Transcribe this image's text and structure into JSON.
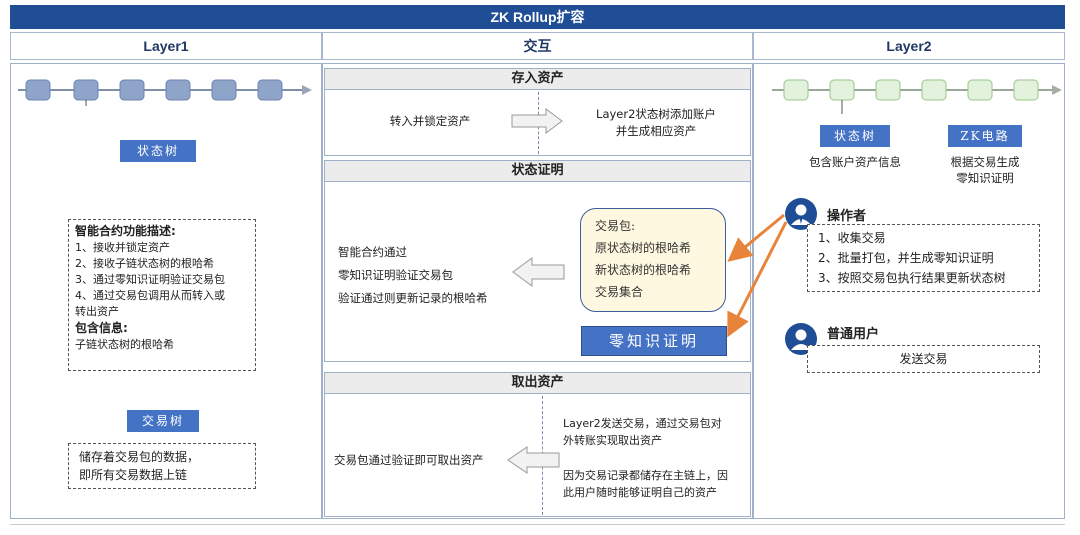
{
  "title": "ZK Rollup扩容",
  "columns": {
    "left": "Layer1",
    "middle": "交互",
    "right": "Layer2"
  },
  "layer1": {
    "state_tree_tag": "状态树",
    "contract_box": {
      "heading": "智能合约功能描述:",
      "items": [
        "1、接收并锁定资产",
        "2、接收子链状态树的根哈希",
        "3、通过零知识证明验证交易包",
        "4、通过交易包调用从而转入或",
        "转出资产"
      ],
      "info_heading": "包含信息:",
      "info": "子链状态树的根哈希"
    },
    "tx_tree_tag": "交易树",
    "tx_box": [
      "储存着交易包的数据，",
      "即所有交易数据上链"
    ]
  },
  "middle": {
    "deposit": {
      "header": "存入资产",
      "left_text": "转入并锁定资产",
      "right_lines": [
        "Layer2状态树添加账户",
        "并生成相应资产"
      ]
    },
    "proof": {
      "header": "状态证明",
      "left_lines": [
        "智能合约通过",
        "零知识证明验证交易包",
        "验证通过则更新记录的根哈希"
      ],
      "packet_lines": [
        "交易包:",
        "原状态树的根哈希",
        "新状态树的根哈希",
        "交易集合"
      ],
      "zkp_label": "零知识证明"
    },
    "withdraw": {
      "header": "取出资产",
      "left_text": "交易包通过验证即可取出资产",
      "right_lines_1": [
        "Layer2发送交易，通过交易包对",
        "外转账实现取出资产"
      ],
      "right_lines_2": [
        "因为交易记录都储存在主链上，因",
        "此用户随时能够证明自己的资产"
      ]
    }
  },
  "layer2": {
    "state_tree_tag": "状态树",
    "zk_tag": "ZK电路",
    "state_desc": "包含账户资产信息",
    "zk_desc": [
      "根据交易生成",
      "零知识证明"
    ],
    "operator": {
      "label": "操作者",
      "items": [
        "1、收集交易",
        "2、批量打包，并生成零知识证明",
        "3、按照交易包执行结果更新状态树"
      ]
    },
    "user": {
      "label": "普通用户",
      "action": "发送交易"
    }
  },
  "colors": {
    "title_bg": "#1f4e96",
    "tag_blue": "#4472c4",
    "arrow_orange": "#e8843a",
    "packet_bg": "#fff8e1"
  }
}
